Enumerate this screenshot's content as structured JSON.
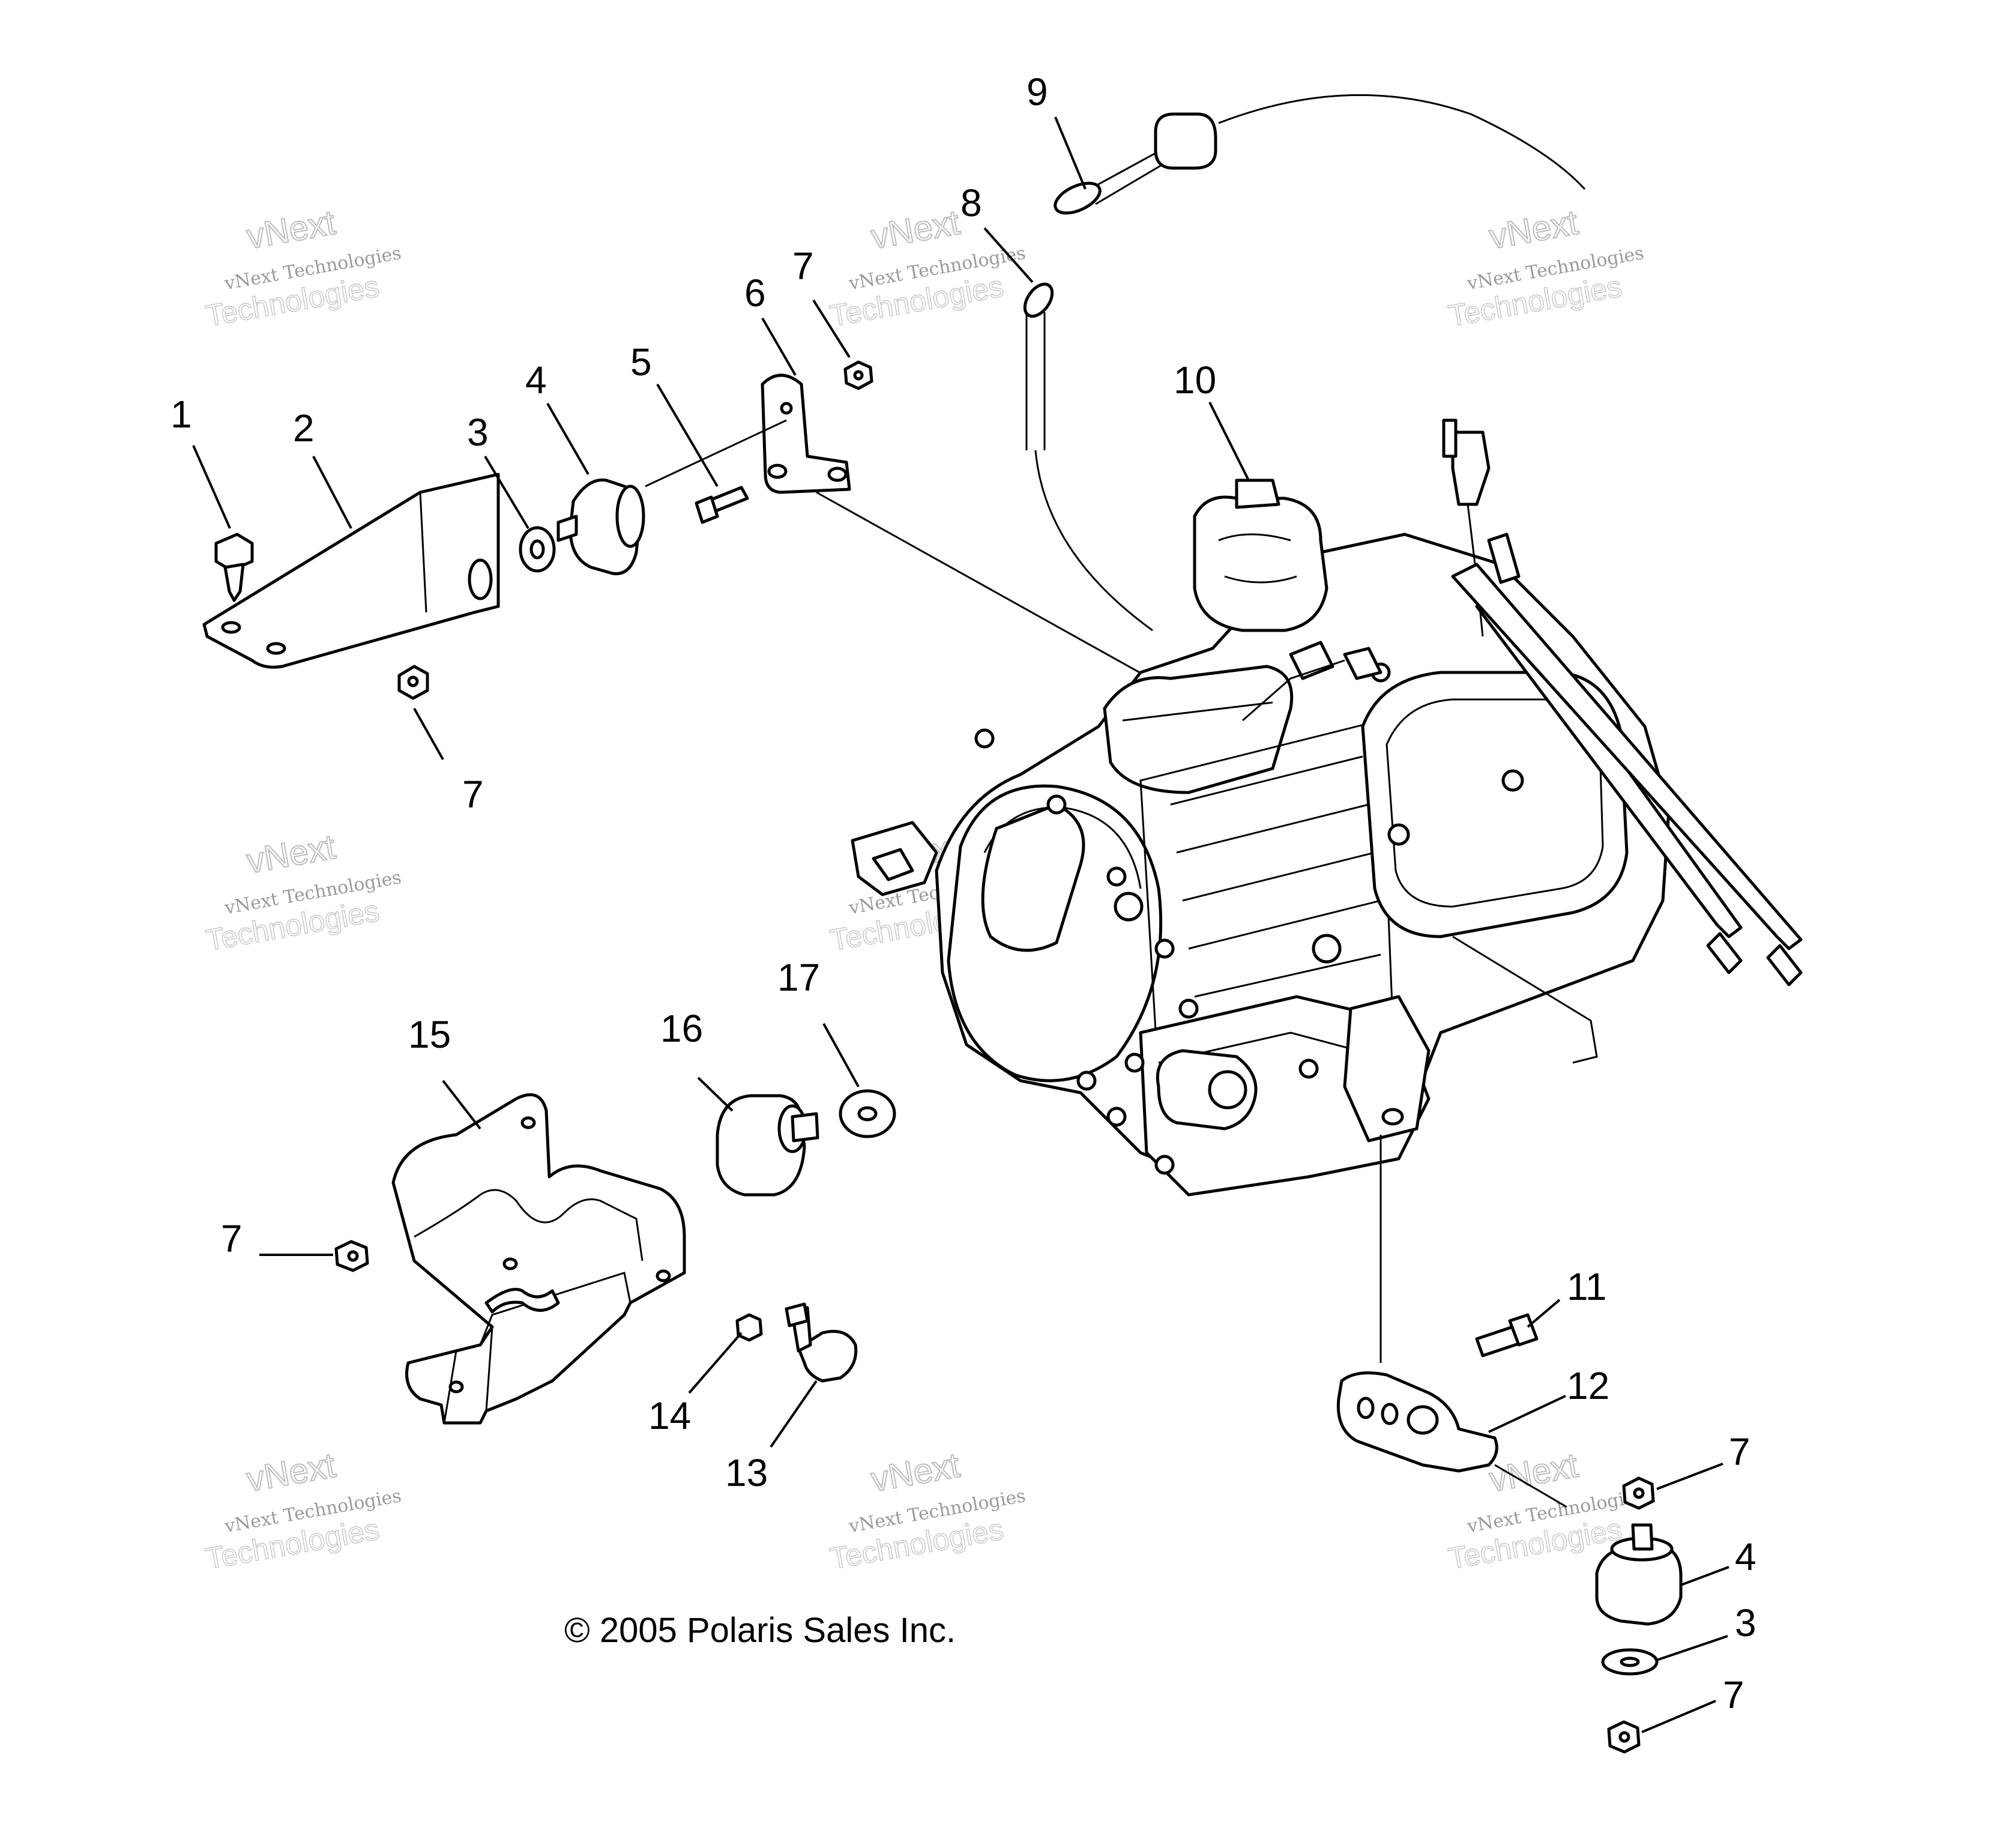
{
  "diagram": {
    "callouts": [
      "1",
      "2",
      "3",
      "4",
      "5",
      "6",
      "7",
      "7",
      "8",
      "9",
      "10",
      "7",
      "15",
      "16",
      "17",
      "7",
      "14",
      "13",
      "11",
      "12",
      "7",
      "4",
      "3",
      "7"
    ],
    "watermark": {
      "line1": "vNext Technologies",
      "line2": "vNext",
      "line3": "Technologies"
    },
    "copyright": "© 2005 Polaris Sales Inc."
  }
}
